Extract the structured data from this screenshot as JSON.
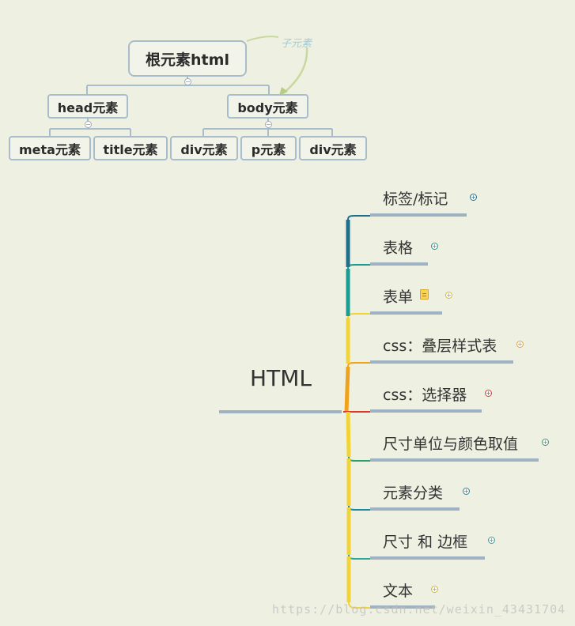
{
  "tree": {
    "root": "根元素html",
    "annotation": "子元素",
    "head": "head元素",
    "body": "body元素",
    "meta": "meta元素",
    "title": "title元素",
    "div1": "div元素",
    "p": "p元素",
    "div2": "div元素"
  },
  "mindmap": {
    "central": "HTML",
    "branches": [
      {
        "label": "标签/标记",
        "color": "#1f6e8c"
      },
      {
        "label": "表格",
        "color": "#1a9c93"
      },
      {
        "label": "表单",
        "color": "#f2d43a"
      },
      {
        "label": "css：叠层样式表",
        "color": "#f0a21a"
      },
      {
        "label": "css：选择器",
        "color": "#e0372a"
      },
      {
        "label": "尺寸单位与颜色取值",
        "color": "#2aa065"
      },
      {
        "label": "元素分类",
        "color": "#1b8aa0"
      },
      {
        "label": "尺寸 和 边框",
        "color": "#2aa69c"
      },
      {
        "label": "文本",
        "color": "#f2d43a"
      }
    ]
  },
  "watermark": "https://blog.csdn.net/weixin_43431704"
}
